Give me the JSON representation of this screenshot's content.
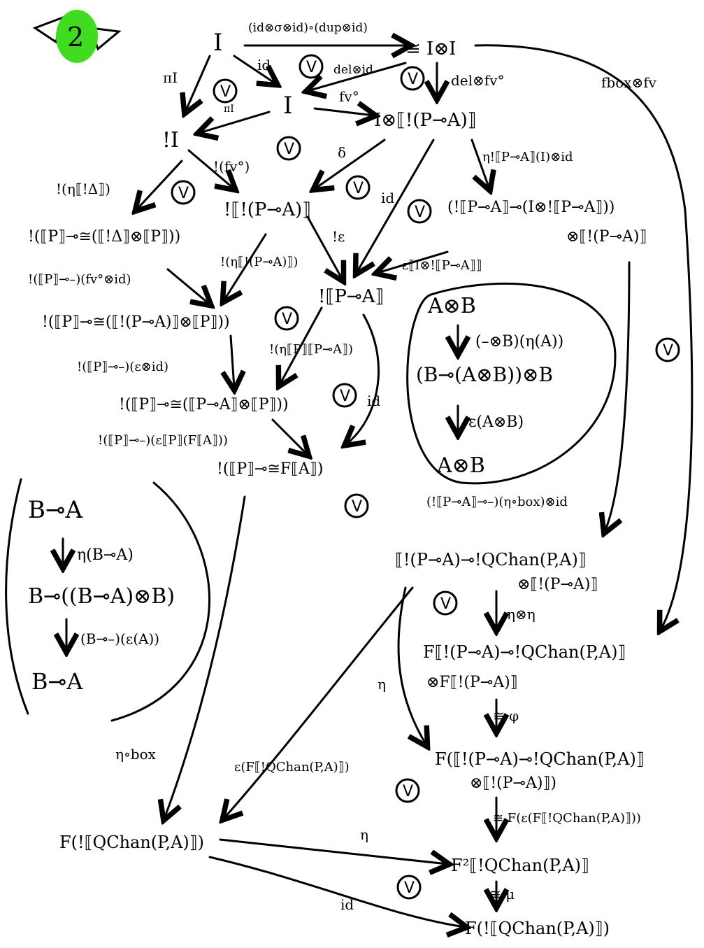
{
  "badge": {
    "number": "2",
    "color": "#3fdc1f"
  },
  "nodes": {
    "I_top": "I",
    "IotI": "≅ I⊗I",
    "I_mid": "I",
    "bangI": "!I",
    "I_box": "I⊗⟦!(P⊸A)⟧",
    "bangbox": "!⟦!(P⊸A)⟧",
    "bangPA": "!⟦P⊸A⟧",
    "eta_hom": "(!⟦P⊸A⟧⊸(I⊗!⟦P⊸A⟧))",
    "eta_hom2": "⊗⟦!(P⊸A)⟧",
    "n1": "!(⟦P⟧⊸≅(⟦!Δ⟧⊗⟦P⟧))",
    "n2": "!(⟦P⟧⊸≅(⟦!(P⊸A)⟧⊗⟦P⟧))",
    "n3": "!(⟦P⟧⊸≅(⟦P⊸A⟧⊗⟦P⟧))",
    "n4": "!(⟦P⟧⊸≅F⟦A⟧)",
    "q1": "⟦!(P⊸A)⊸!QChan(P,A)⟧",
    "q1b": "⊗⟦!(P⊸A)⟧",
    "q2": "F⟦!(P⊸A)⊸!QChan(P,A)⟧",
    "q2b": "⊗F⟦!(P⊸A)⟧",
    "q3": "F(⟦!(P⊸A)⊸!QChan(P,A)⟧",
    "q3b": "⊗⟦!(P⊸A)⟧)",
    "fbang": "F(!⟦QChan(P,A)⟧)",
    "f2": "F²⟦!QChan(P,A)⟧",
    "fbang2": "F(!⟦QChan(P,A)⟧)"
  },
  "labels": {
    "top": "(id⊗σ⊗id)∘(dup⊗id)",
    "id1": "id",
    "pi1": "πI",
    "pi2": "πI",
    "del_id": "del⊗id",
    "fv": "fv°",
    "del_fv": "del⊗fv°",
    "fbox": "fbox⊗fv",
    "bang_fv": "!(fv°)",
    "delta": "δ",
    "id2": "id",
    "eta_i": "η!⟦P⊸A⟧(I)⊗id",
    "eta_d": "!(η⟦!Δ⟧)",
    "bang_eps": "!ε",
    "eps_i": "ε⟦I⊗!⟦P⊸A⟧⟧",
    "l1": "!(⟦P⟧⊸–)(fv°⊗id)",
    "l2": "!(η⟦!(P⊸A)⟧)",
    "l3": "!(⟦P⟧⊸–)(ε⊗id)",
    "l4": "!(η⟦P⟧⟦P⊸A⟧)",
    "l5": "!(⟦P⟧⊸–)(ε⟦P⟧(F⟦A⟧))",
    "id3": "id",
    "l6": "(!⟦P⊸A⟧⊸–)(η∘box)⊗id",
    "eta_eta": "η⊗η",
    "phi": "≅ φ",
    "eta_box": "η∘box",
    "eps_f": "ε(F⟦!QChan(P,A)⟧)",
    "eta2": "η",
    "eta3": "η",
    "ff": "≅ F(ε(F⟦!QChan(P,A)⟧))",
    "mu": "≅ μ",
    "id4": "id",
    "v": "V"
  },
  "inset_right": [
    "A⊗B",
    "(–⊗B)(η(A))",
    "(B⊸(A⊗B))⊗B",
    "ε(A⊗B)",
    "A⊗B"
  ],
  "inset_left": [
    "B⊸A",
    "η(B⊸A)",
    "B⊸((B⊸A)⊗B)",
    "(B⊸–)(ε(A))",
    "B⊸A"
  ]
}
